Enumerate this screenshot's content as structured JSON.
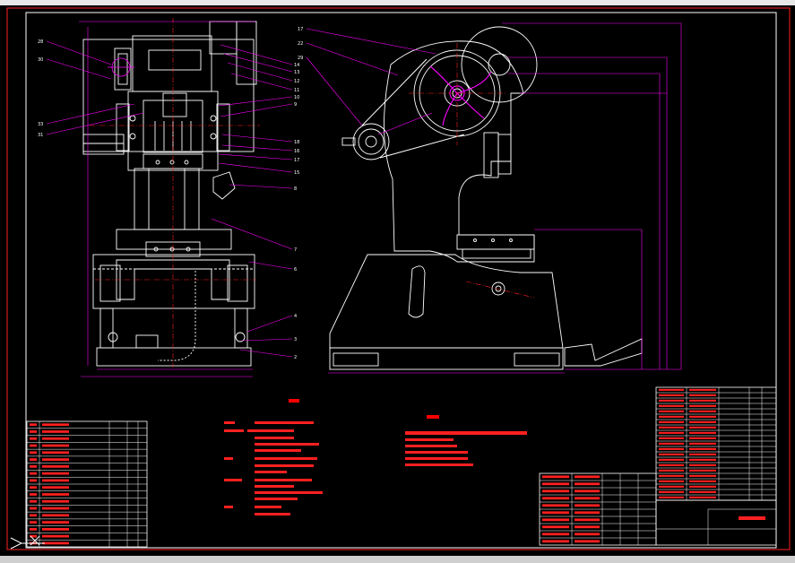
{
  "colors": {
    "background": "#000000",
    "frame": "#ff2020",
    "outline": "#ffffff",
    "dimension": "#ff00ff",
    "leader": "#ff00ff",
    "table_red": "#ff0000",
    "green": "#00ff00",
    "yellow": "#ffff00"
  },
  "views": {
    "front": {
      "name": "front-view"
    },
    "side": {
      "name": "side-view"
    }
  },
  "tables": {
    "parts_list_left": {
      "rows": 18,
      "cols": 5
    },
    "parts_list_right": {
      "rows": 21,
      "cols": 6
    },
    "title_block": {
      "rows": 10,
      "cols": 6
    }
  },
  "notes": {
    "tech_requirements": {
      "lines": 12
    },
    "tech_characteristics": {
      "lines": 6
    }
  },
  "icons": {
    "ucs": "ucs-axis-icon"
  }
}
